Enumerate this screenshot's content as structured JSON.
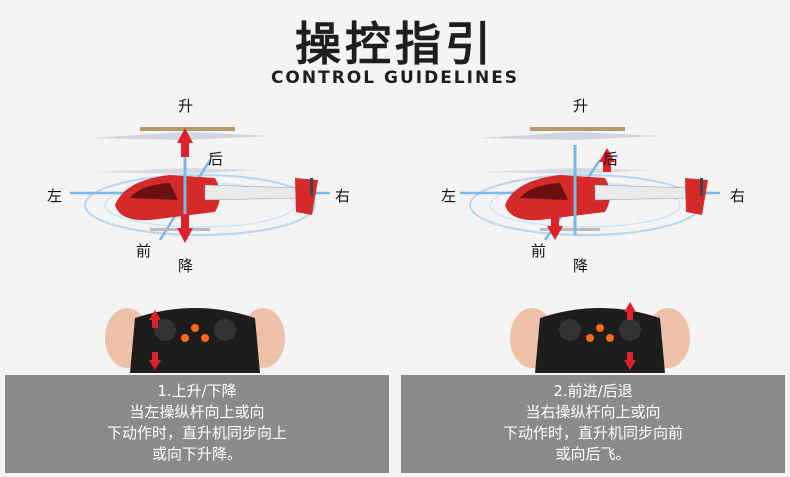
{
  "header": {
    "title": "操控指引",
    "subtitle": "CONTROL GUIDELINES"
  },
  "panels": [
    {
      "directions": {
        "up": "升",
        "back": "后",
        "left": "左",
        "right": "右",
        "front": "前",
        "down": "降"
      },
      "caption": {
        "line1": "1.上升/下降",
        "line2": "当左操纵杆向上或向",
        "line3": "下动作时，直升机同步向上",
        "line4": "或向下升降。"
      }
    },
    {
      "directions": {
        "up": "升",
        "back": "后",
        "left": "左",
        "right": "右",
        "front": "前",
        "down": "降"
      },
      "caption": {
        "line1": "2.前进/后退",
        "line2": "当右操纵杆向上或向",
        "line3": "下动作时，直升机同步向前",
        "line4": "或向后飞。"
      }
    }
  ],
  "colors": {
    "accent": "#e0202a",
    "caption_bg": "#8a8a8a",
    "guide_blue": "#7ab8e8"
  }
}
